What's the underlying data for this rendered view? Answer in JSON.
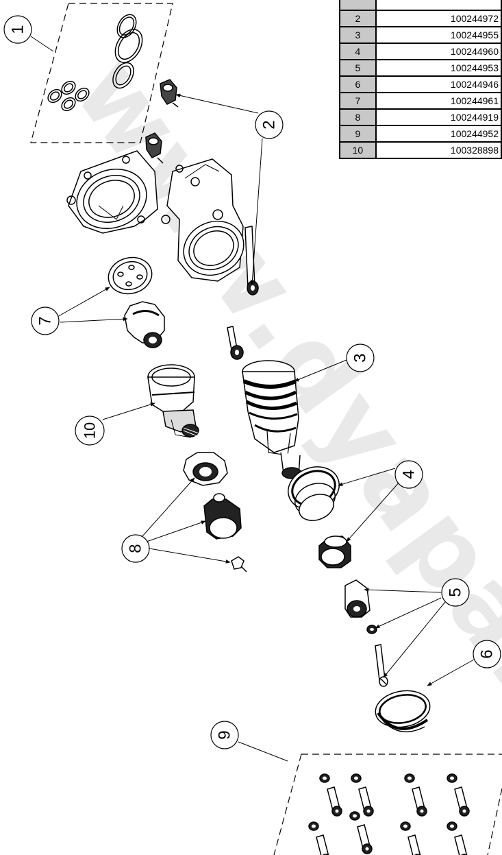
{
  "parts_table": {
    "rows": [
      {
        "no": "",
        "pn": ""
      },
      {
        "no": "2",
        "pn": "100244972"
      },
      {
        "no": "3",
        "pn": "100244955"
      },
      {
        "no": "4",
        "pn": "100244960"
      },
      {
        "no": "5",
        "pn": "100244953"
      },
      {
        "no": "6",
        "pn": "100244946"
      },
      {
        "no": "7",
        "pn": "100244961"
      },
      {
        "no": "8",
        "pn": "100244919"
      },
      {
        "no": "9",
        "pn": "100244952"
      },
      {
        "no": "10",
        "pn": "100328898"
      }
    ]
  },
  "callouts": {
    "c1": "1",
    "c2": "2",
    "c3": "3",
    "c4": "4",
    "c5": "5",
    "c6": "6",
    "c7": "7",
    "c8": "8",
    "c9": "9",
    "c10": "10"
  },
  "watermark": "www.dyapa.co"
}
